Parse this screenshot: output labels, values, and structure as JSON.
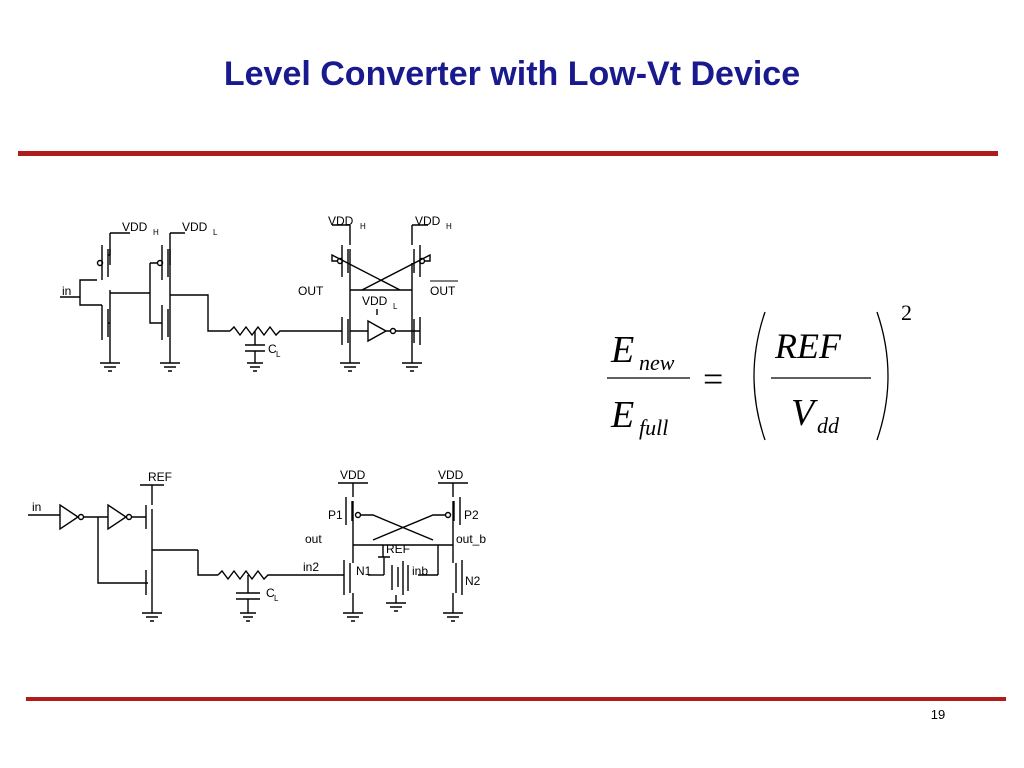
{
  "slide": {
    "title": "Level Converter with Low-Vt Device",
    "page_number": "19"
  },
  "circuit_top": {
    "labels": {
      "vdd_h_1": "VDD",
      "vdd_h_1_sub": "H",
      "vdd_l_1": "VDD",
      "vdd_l_1_sub": "L",
      "vdd_h_2": "VDD",
      "vdd_h_2_sub": "H",
      "vdd_h_3": "VDD",
      "vdd_h_3_sub": "H",
      "vdd_l_2": "VDD",
      "vdd_l_2_sub": "L",
      "in": "in",
      "out": "OUT",
      "out_bar": "OUT",
      "cl": "C",
      "cl_sub": "L"
    }
  },
  "circuit_bottom": {
    "labels": {
      "ref_top": "REF",
      "in": "in",
      "vdd_left": "VDD",
      "vdd_right": "VDD",
      "p1": "P1",
      "p2": "P2",
      "out": "out",
      "out_b": "out_b",
      "ref_mid": "REF",
      "in2": "in2",
      "n1": "N1",
      "inb": "inb",
      "n2": "N2",
      "cl": "C",
      "cl_sub": "L"
    }
  },
  "formula": {
    "e1": "E",
    "e1_sub": "new",
    "e2": "E",
    "e2_sub": "full",
    "equals": "=",
    "ref": "REF",
    "v": "V",
    "v_sub": "dd",
    "exponent": "2"
  }
}
